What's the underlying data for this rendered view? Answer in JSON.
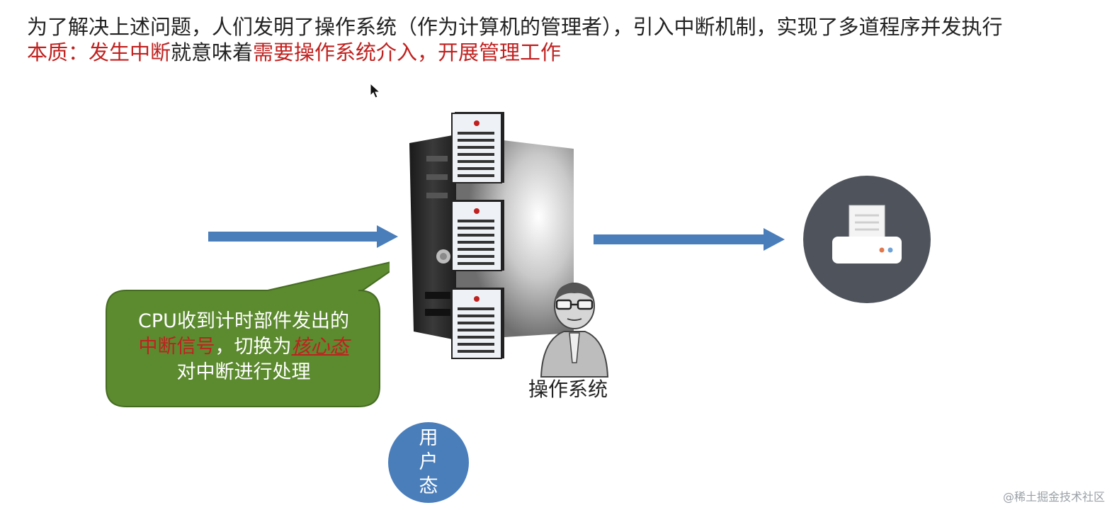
{
  "heading": {
    "line1": "为了解决上述问题，人们发明了操作系统（作为计算机的管理者），引入中断机制，实现了多道程序并发执行",
    "line2_part1": "本质：发生中断",
    "line2_part2": "就意味着",
    "line2_part3": "需要操作系统介入，开展管理工作"
  },
  "bubble": {
    "line1": "CPU收到计时部件发出的",
    "line2_red": "中断信号",
    "line2_plain": "，切换为",
    "line2_italic": "核心态",
    "line3": "对中断进行处理"
  },
  "os_label": "操作系统",
  "user_mode": [
    "用",
    "户",
    "态"
  ],
  "watermark": "@稀土掘金技术社区",
  "icons": {
    "cursor": "mouse-pointer-icon",
    "server": "server-tower-icon",
    "document": "document-icon",
    "person": "operating-system-person-icon",
    "printer": "printer-icon"
  },
  "colors": {
    "arrow": "#4a7ebb",
    "bubble": "#5c8a2f",
    "highlight": "#c0211f",
    "printer_circle": "#4f545c",
    "user_mode": "#4a7ebb"
  }
}
